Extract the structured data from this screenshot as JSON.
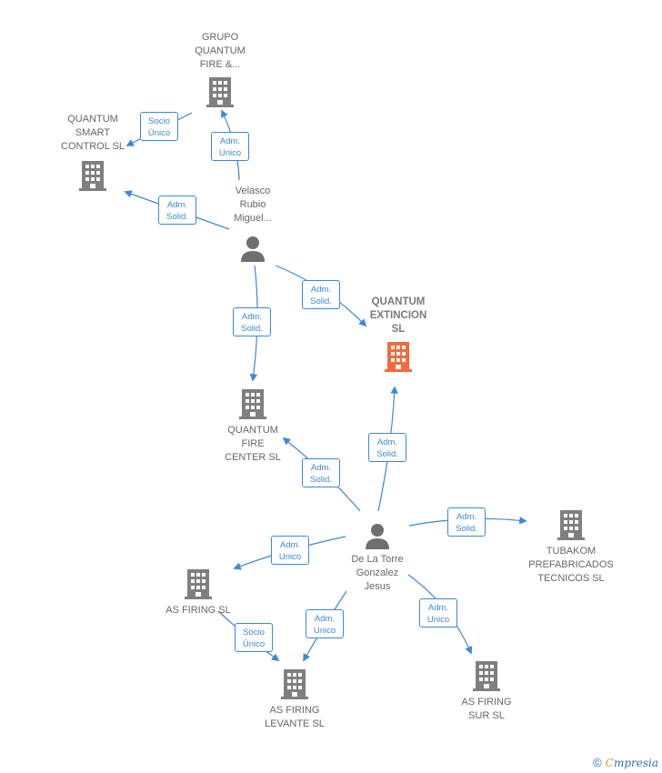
{
  "colors": {
    "edge": "#3d87d6",
    "building": "#7f7f7f",
    "highlight": "#f26a3d",
    "person": "#6f6f6f"
  },
  "nodes": {
    "grupo": {
      "label": "GRUPO\nQUANTUM\nFIRE &...",
      "icon": "building-icon"
    },
    "smart": {
      "label": "QUANTUM\nSMART\nCONTROL  SL",
      "icon": "building-icon"
    },
    "velasco": {
      "label": "Velasco\nRubio\nMiguel...",
      "icon": "person-icon"
    },
    "extincion": {
      "label": "QUANTUM\nEXTINCION\nSL",
      "icon": "building-icon"
    },
    "firecenter": {
      "label": "QUANTUM\nFIRE\nCENTER  SL",
      "icon": "building-icon"
    },
    "delatorre": {
      "label": "De La Torre\nGonzalez\nJesus",
      "icon": "person-icon"
    },
    "tubakom": {
      "label": "TUBAKOM\nPREFABRICADOS\nTECNICOS SL",
      "icon": "building-icon"
    },
    "asfiring": {
      "label": "AS FIRING  SL",
      "icon": "building-icon"
    },
    "levante": {
      "label": "AS FIRING\nLEVANTE  SL",
      "icon": "building-icon"
    },
    "sur": {
      "label": "AS FIRING\nSUR  SL",
      "icon": "building-icon"
    }
  },
  "edges": {
    "e1": "Socio\nÚnico",
    "e2": "Adm.\nUnico",
    "e3": "Adm.\nSolid.",
    "e4": "Adm.\nSolid.",
    "e5": "Adm.\nSolid.",
    "e6": "Adm.\nSolid.",
    "e7": "Adm.\nSolid.",
    "e8": "Adm.\nSolid.",
    "e9": "Adm.\nUnico",
    "e10": "Adm.\nUnico",
    "e11": "Adm.\nUnico",
    "e12": "Socio\nÚnico"
  },
  "brand": {
    "copyright": "©",
    "name_first": "C",
    "name_rest": "mpresia"
  }
}
